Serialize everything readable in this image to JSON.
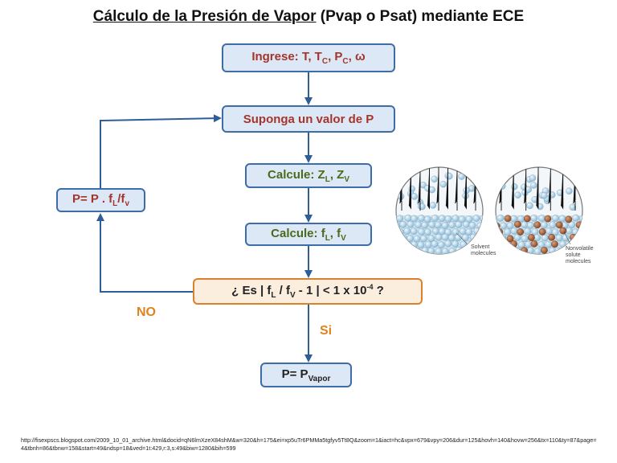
{
  "title": {
    "underlined": "Cálculo de la Presión de Vapor",
    "rest": " (Pvap o Psat) mediante ECE"
  },
  "boxes": {
    "input": {
      "prefix": "Ingrese:  T, T",
      "sub1": "C",
      "mid": ", P",
      "sub2": "C",
      "suffix": ",  ω"
    },
    "guess": {
      "text": "Suponga un valor de P"
    },
    "calc_z": {
      "prefix": "Calcule:   Z",
      "sub1": "L",
      "mid": ", Z",
      "sub2": "V"
    },
    "calc_f": {
      "prefix": "Calcule:   f",
      "sub1": "L",
      "mid": ", f",
      "sub2": "V"
    },
    "condition": {
      "p1": "¿ Es  | f",
      "sub1": "L",
      "p2": " / f",
      "sub2": "V",
      "p3": " - 1 | <  1 x 10",
      "sup": "-4",
      "p4": " ?"
    },
    "result": {
      "prefix": "P= P",
      "sub": "Vapor"
    },
    "update": {
      "prefix": "P= P . f",
      "sub1": "L",
      "mid": "/f",
      "sub2": "v"
    }
  },
  "labels": {
    "no": "NO",
    "si": "Si"
  },
  "illustration": {
    "solvent_caption": [
      "Solvent",
      "molecules"
    ],
    "solute_caption": [
      "Nonvolatile",
      "solute",
      "molecules"
    ]
  },
  "footer": "http://fisexpscs.blogspot.com/2009_10_01_archive.html&docid=qN6lmXzeX84shM&w=320&h=175&ei=xp5uTr6PMMa5tgfyv5Tt8Q&zoom=1&iact=hc&vpx=679&vpy=206&dur=125&hovh=140&hovw=256&tx=110&ty=87&page=4&tbnh=86&tbnw=158&start=49&ndsp=18&ved=1t:429,r:3,s:49&biw=1280&bih=599",
  "colors": {
    "box_border": "#3e6ca8",
    "box_fill": "#dde8f6",
    "condition_border": "#d9822b",
    "arrow": "#2f5d99",
    "labels": "#e0821e"
  }
}
